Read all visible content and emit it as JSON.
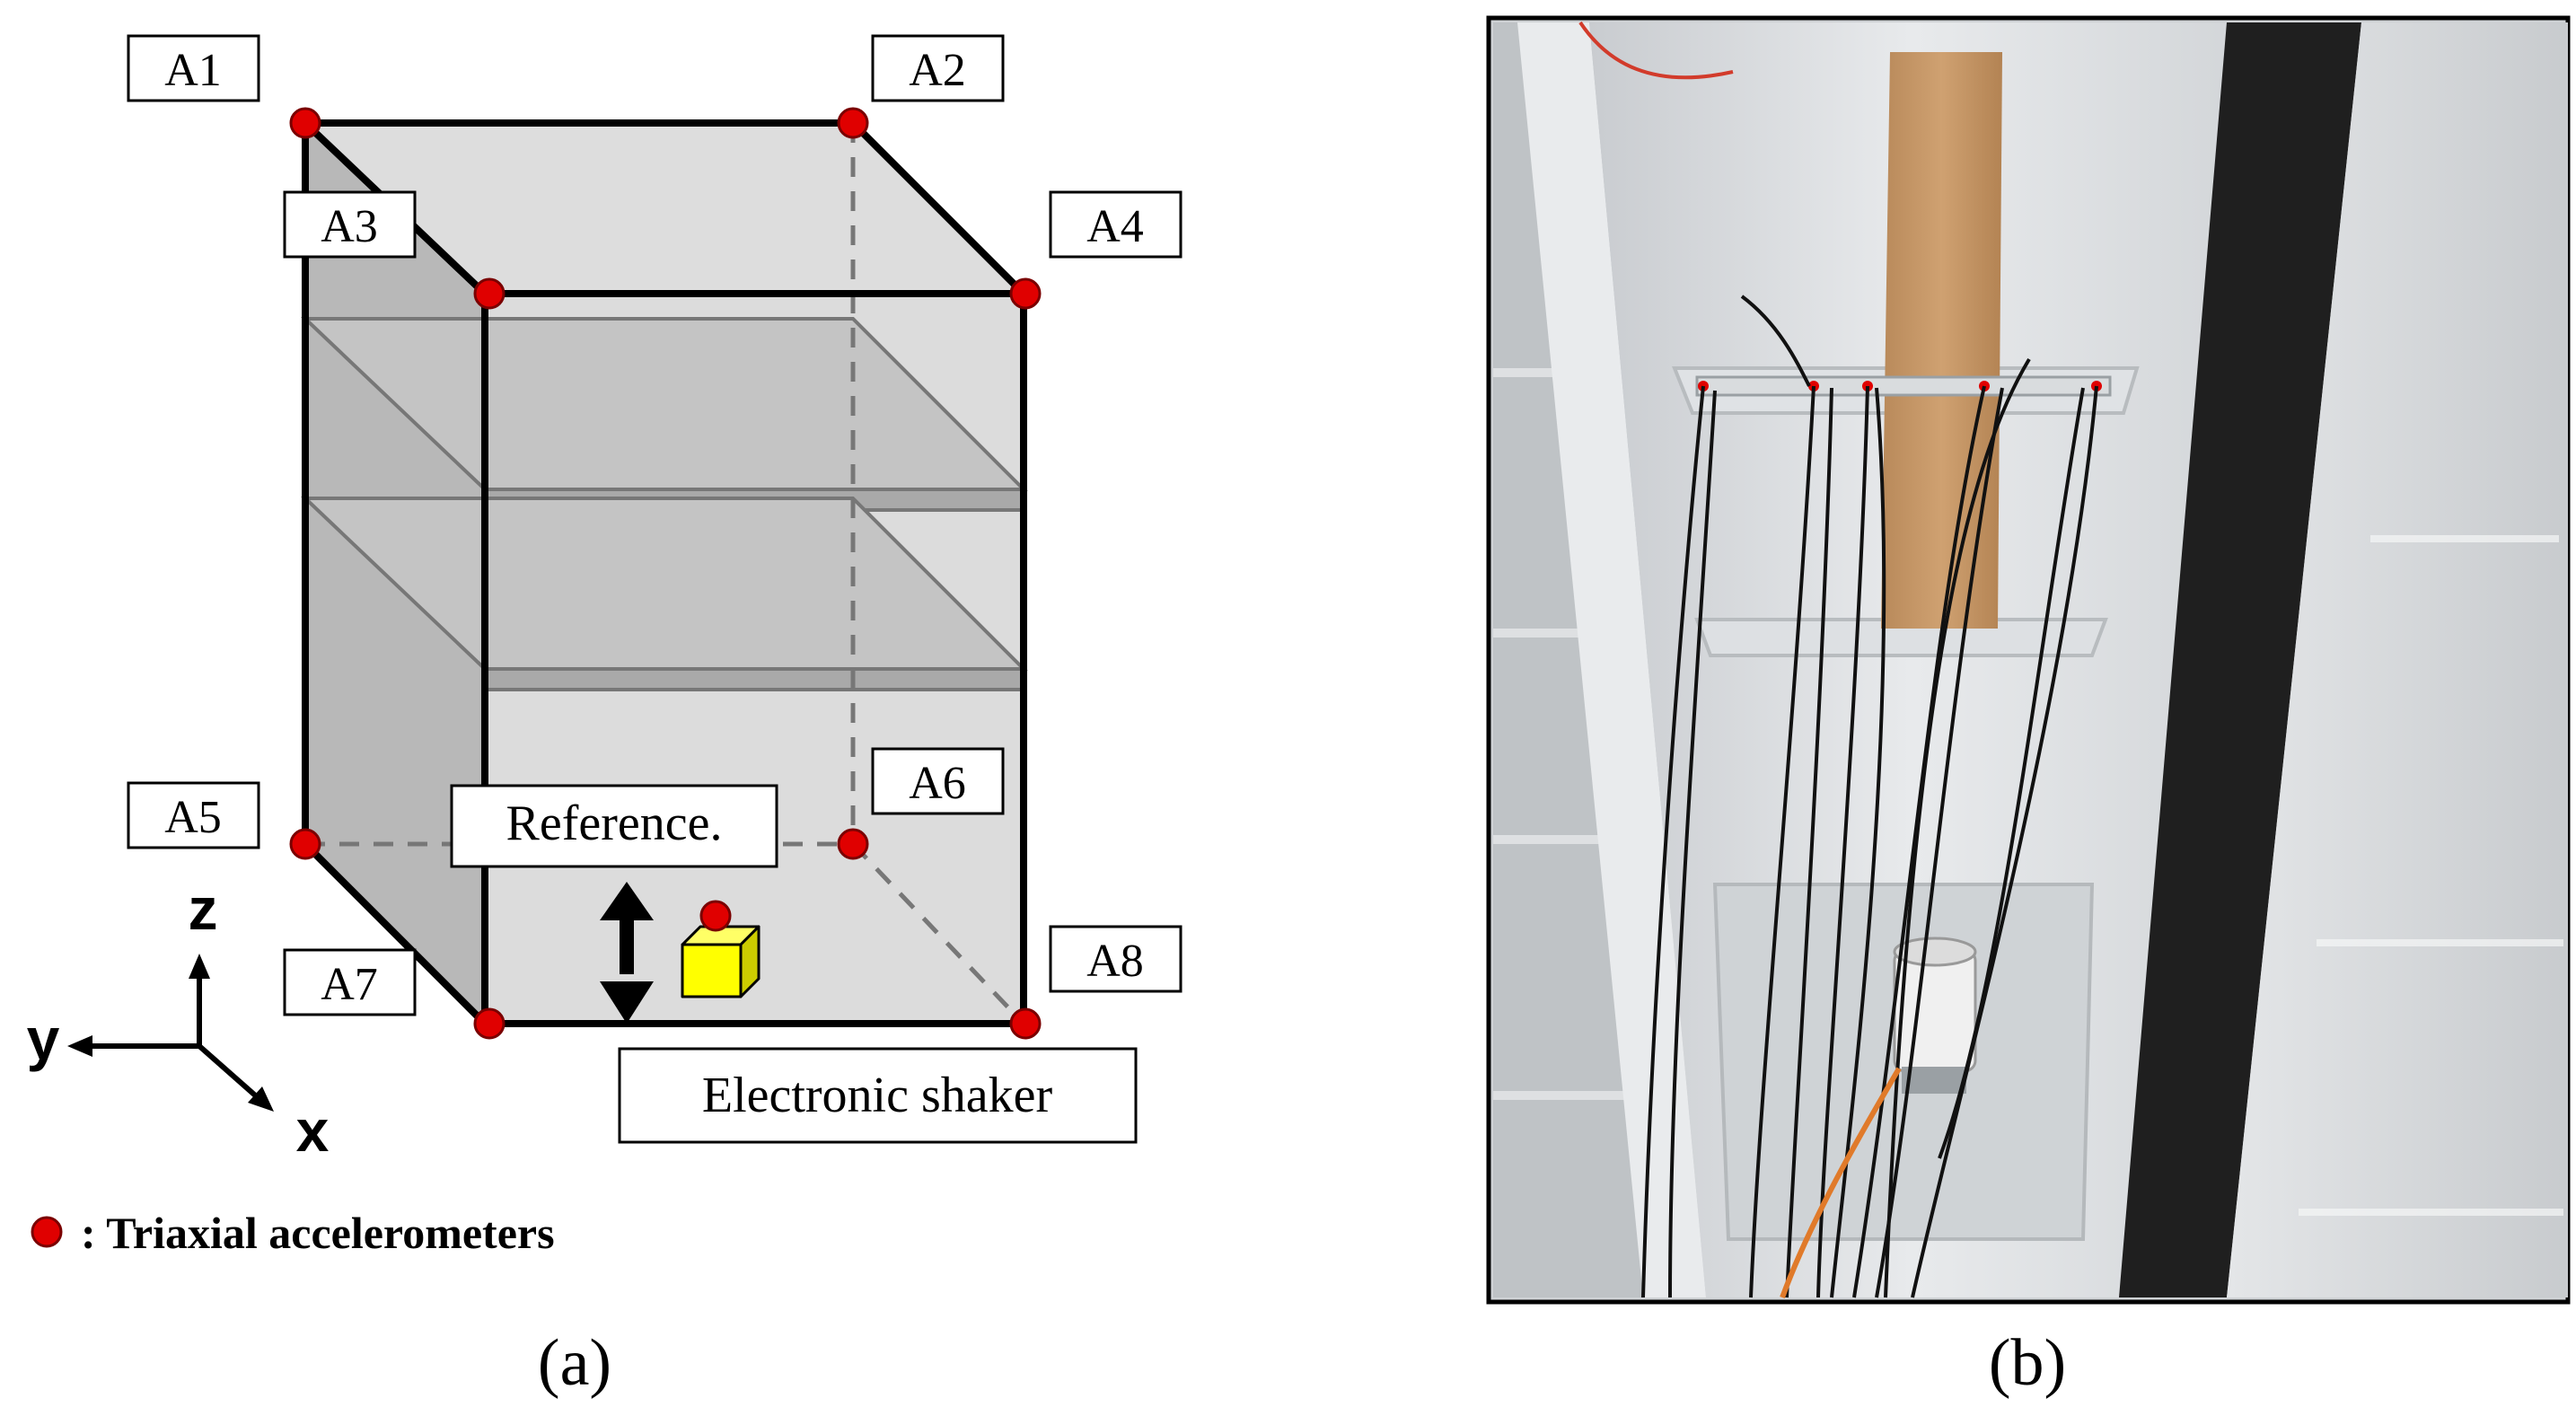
{
  "panel_a": {
    "corner_labels": [
      "A1",
      "A2",
      "A3",
      "A4",
      "A5",
      "A6",
      "A7",
      "A8"
    ],
    "reference_label": "Reference.",
    "shaker_label": "Electronic shaker",
    "axes": {
      "z": "z",
      "y": "y",
      "x": "x"
    },
    "legend_text": ": Triaxial accelerometers",
    "caption": "(a)"
  },
  "panel_b": {
    "caption": "(b)"
  },
  "colors": {
    "sensor": "#e00000",
    "box_fill": "#d9d9d9",
    "shelf_fill": "#c4c4c4",
    "reference_block": "#ffff00",
    "edge": "#000000"
  }
}
